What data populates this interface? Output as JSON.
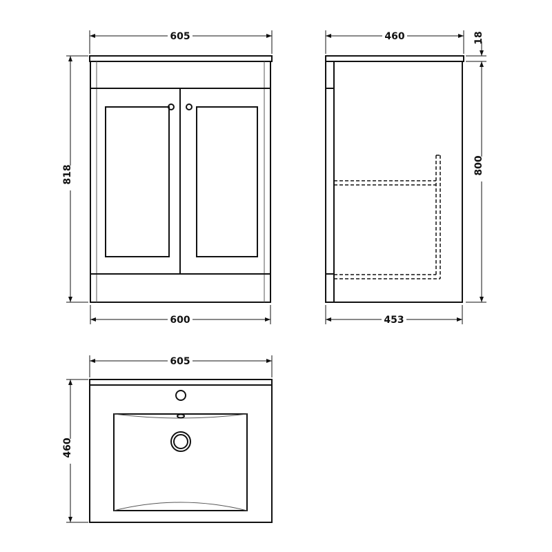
{
  "front_view": {
    "width_top": "605",
    "height_total": "818",
    "width_body": "600"
  },
  "side_view": {
    "depth_top": "460",
    "top_thickness": "18",
    "height_body": "800",
    "depth_body": "453"
  },
  "plan_view": {
    "width": "605",
    "depth": "460"
  },
  "colors": {
    "line": "#111111",
    "background": "#ffffff"
  }
}
